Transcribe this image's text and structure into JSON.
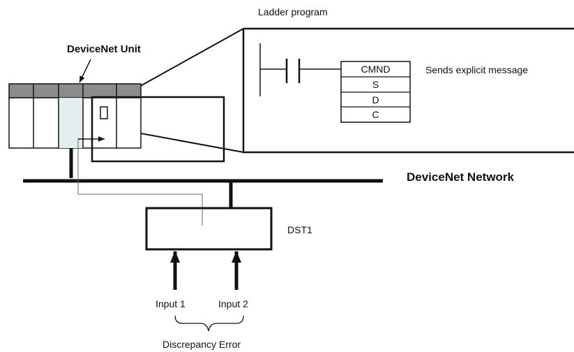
{
  "labels": {
    "ladder_program": "Ladder program",
    "devicenet_unit": "DeviceNet Unit",
    "devicenet_network": "DeviceNet Network",
    "sends_explicit_message": "Sends explicit message",
    "dst1": "DST1",
    "input_1": "Input 1",
    "input_2": "Input 2",
    "discrepancy_error": "Discrepancy Error"
  },
  "instruction_block": {
    "rows": [
      "CMND",
      "S",
      "D",
      "C"
    ]
  },
  "colors": {
    "line": "#111111",
    "plc_top_band": "#8c8c8c",
    "plc_highlight_slot": "#e3eeee"
  }
}
